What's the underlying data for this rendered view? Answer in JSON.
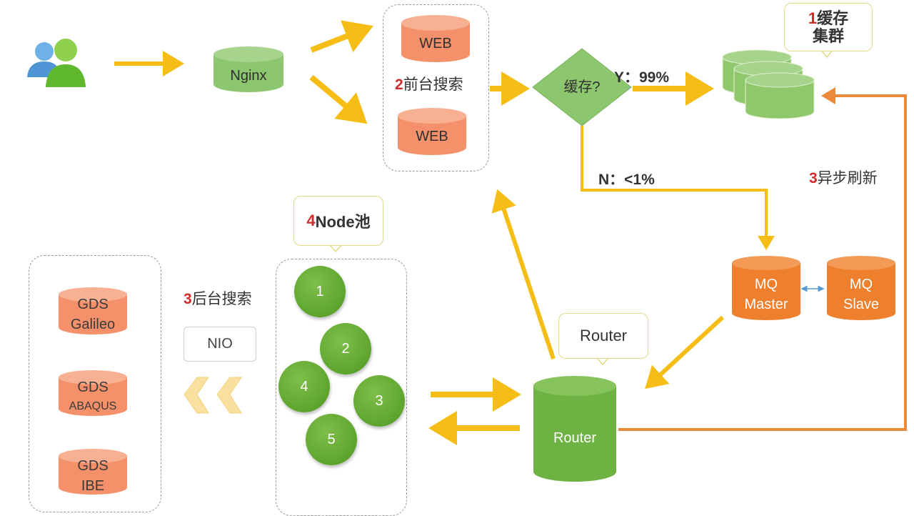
{
  "nodes": {
    "nginx": "Nginx",
    "web1": "WEB",
    "web2": "WEB",
    "decision": "缓存?",
    "router_db": "Router",
    "router_callout": "Router",
    "mq_master": [
      "MQ",
      "Master"
    ],
    "mq_slave": [
      "MQ",
      "Slave"
    ],
    "gds_galileo": [
      "GDS",
      "Galileo"
    ],
    "gds_abaqus": [
      "GDS",
      "ABAQUS"
    ],
    "gds_ibe": [
      "GDS",
      "IBE"
    ],
    "nio": "NIO",
    "pool_nodes": [
      "1",
      "2",
      "3",
      "4",
      "5"
    ]
  },
  "labels": {
    "front_search": {
      "num": "2",
      "text": "前台搜索"
    },
    "cache_cluster": {
      "num": "1",
      "line1": "缓存",
      "line2": "集群"
    },
    "async_refresh": {
      "num": "3",
      "text": "异步刷新"
    },
    "node_pool": {
      "num": "4",
      "text": "Node池"
    },
    "backend_search": {
      "num": "3",
      "text": "后台搜索"
    },
    "yes_ratio": "Y：99%",
    "no_ratio": "N：<1%"
  },
  "colors": {
    "arrow_yellow": "#f6bd16",
    "arrow_orange": "#ea8a3a",
    "cyl_salmon": "#f4916a",
    "cyl_green": "#76b84a",
    "cyl_orange": "#ee7f2d",
    "accent_red": "#d02c2c"
  },
  "icons": {
    "users": "users-icon"
  }
}
